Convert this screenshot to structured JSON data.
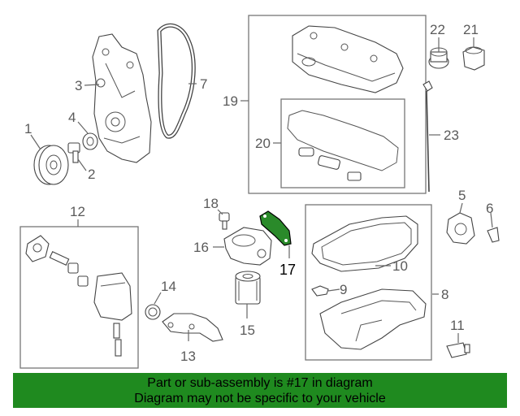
{
  "callouts": {
    "c1": "1",
    "c2": "2",
    "c3": "3",
    "c4": "4",
    "c5": "5",
    "c6": "6",
    "c7": "7",
    "c8": "8",
    "c9": "9",
    "c10": "10",
    "c11": "11",
    "c12": "12",
    "c13": "13",
    "c14": "14",
    "c15": "15",
    "c16": "16",
    "c17": "17",
    "c18": "18",
    "c19": "19",
    "c20": "20",
    "c21": "21",
    "c22": "22",
    "c23": "23"
  },
  "highlight": {
    "part_number": "17",
    "color": "#1f8a1f"
  },
  "banner": {
    "line1": "Part or sub-assembly is #17 in diagram",
    "line2": "Diagram may not be specific to your vehicle",
    "background": "#1f8a1f"
  }
}
